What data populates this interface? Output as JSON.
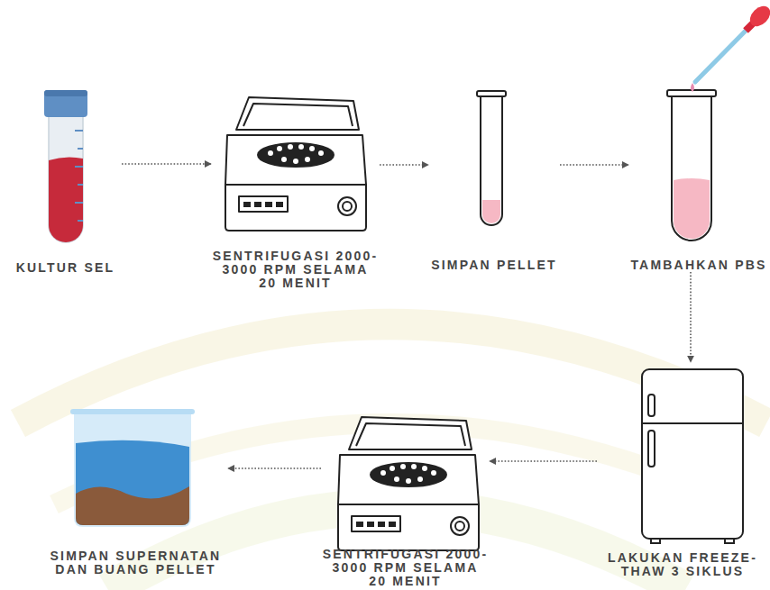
{
  "diagram": {
    "nodes": [
      {
        "text": [
          "KULTUR SEL"
        ]
      },
      {
        "text": [
          "SENTRIFUGASI 2000-3000 RPM SELAMA 20 MENIT"
        ]
      },
      {
        "text": [
          "SIMPAN PELLET"
        ]
      },
      {
        "text": [
          "TAMBAHKAN PBS"
        ]
      },
      {
        "text": [
          "LAKUKAN FREEZE-THAW 3 SIKLUS"
        ]
      },
      {
        "text": [
          "SENTRIFUGASI 2000-3000 RPM SELAMA 20 MENIT"
        ]
      },
      {
        "text": [
          "SIMPAN SUPERNATAN DAN BUANG PELLET"
        ]
      }
    ],
    "edges": [
      {
        "from": 0,
        "to": 1,
        "arrow": "to"
      },
      {
        "from": 1,
        "to": 2,
        "arrow": "to"
      },
      {
        "from": 2,
        "to": 3,
        "arrow": "to"
      },
      {
        "from": 3,
        "to": 4,
        "arrow": "to"
      },
      {
        "from": 4,
        "to": 5,
        "arrow": "to"
      },
      {
        "from": 5,
        "to": 6,
        "arrow": "to"
      }
    ]
  }
}
